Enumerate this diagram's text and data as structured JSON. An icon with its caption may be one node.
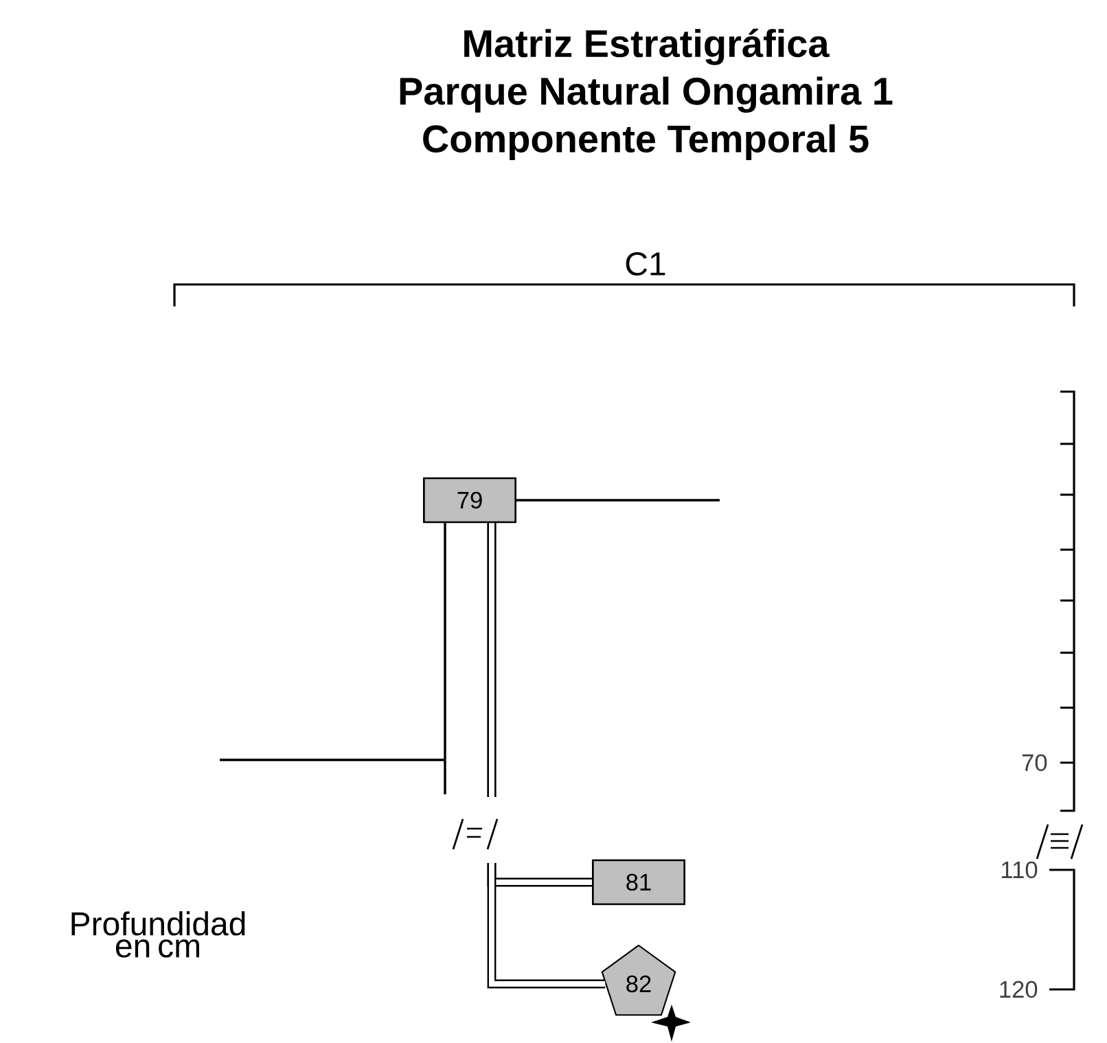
{
  "diagram": {
    "title": "Matriz Estratigráfica Parque Natural Ongamira 1 Componente Temporal 5",
    "nodes": [
      {
        "text": [
          "79"
        ]
      },
      {
        "text": [
          "81"
        ]
      },
      {
        "text": [
          "82"
        ]
      }
    ],
    "edges": [
      {
        "from": 0,
        "to": null,
        "arrow": "none"
      },
      {
        "from": 0,
        "to": null,
        "arrow": "none"
      },
      {
        "from": 0,
        "to": 1,
        "arrow": "none",
        "style": "thick"
      },
      {
        "from": 0,
        "to": 2,
        "arrow": "none",
        "style": "thick"
      }
    ],
    "labels": [
      "C1",
      "Profundidad en cm",
      "70",
      "110",
      "120"
    ]
  }
}
